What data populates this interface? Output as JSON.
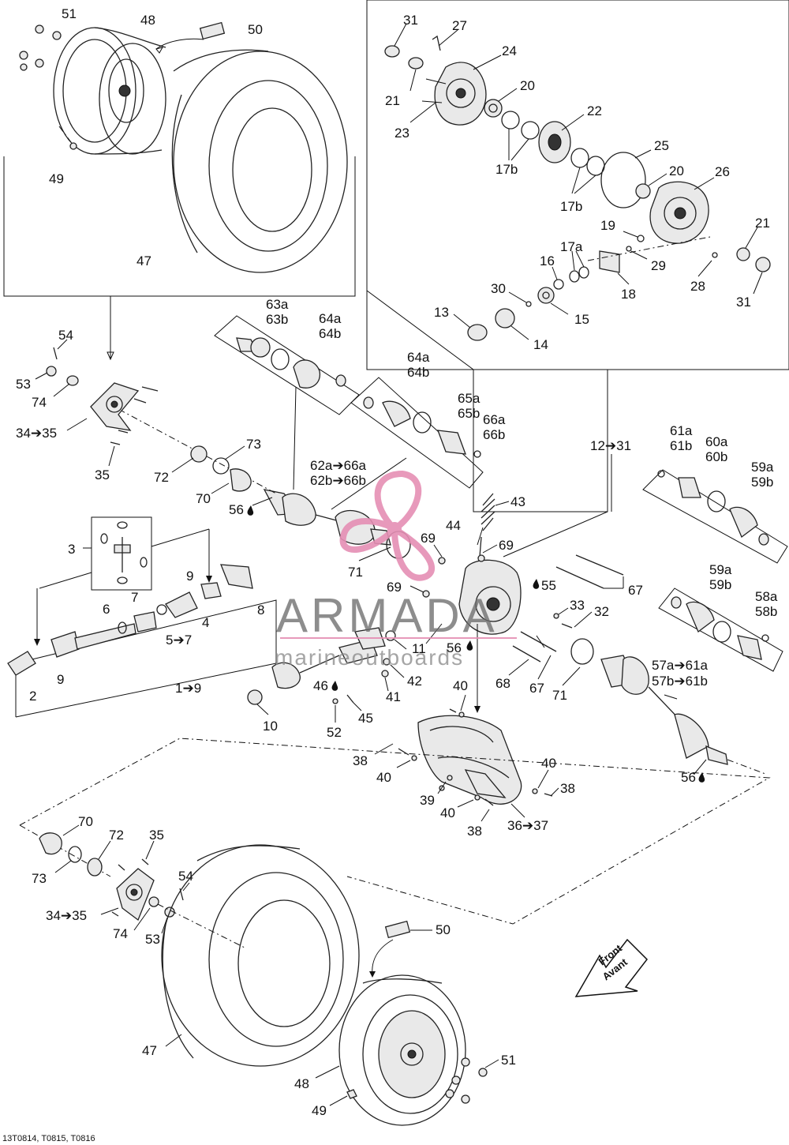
{
  "callouts": {
    "c51a": "51",
    "c48a": "48",
    "c50a": "50",
    "c49a": "49",
    "c47a": "47",
    "c31a": "31",
    "c27": "27",
    "c24": "24",
    "c21a": "21",
    "c20a": "20",
    "c23": "23",
    "c22": "22",
    "c17b_a": "17b",
    "c25": "25",
    "c20b": "20",
    "c17b_b": "17b",
    "c26": "26",
    "c19": "19",
    "c21b": "21",
    "c29": "29",
    "c17a": "17a",
    "c16": "16",
    "c28": "28",
    "c18": "18",
    "c31b": "31",
    "c30": "30",
    "c15": "15",
    "c13": "13",
    "c14": "14",
    "c63a": "63a",
    "c63b": "63b",
    "c64a_1": "64a",
    "c64b_1": "64b",
    "c54a": "54",
    "c53a": "53",
    "c74a": "74",
    "c34_35a": "34➔35",
    "c35a": "35",
    "c72a": "72",
    "c73a": "73",
    "c70a": "70",
    "c56a": "56",
    "c64a_2": "64a",
    "c64b_2": "64b",
    "c65a": "65a",
    "c65b": "65b",
    "c66a": "66a",
    "c66b": "66b",
    "c62a": "62a➔66a",
    "c62b": "62b➔66b",
    "c12_31": "12➔31",
    "c61a": "61a",
    "c61b": "61b",
    "c60a": "60a",
    "c60b": "60b",
    "c59a_1": "59a",
    "c59b_1": "59b",
    "c43": "43",
    "c44": "44",
    "c69a": "69",
    "c69b": "69",
    "c69c": "69",
    "c71a": "71",
    "c55": "55",
    "c67a": "67",
    "c33": "33",
    "c32": "32",
    "c59a_2": "59a",
    "c59b_2": "59b",
    "c58a": "58a",
    "c58b": "58b",
    "c3": "3",
    "c9a": "9",
    "c7": "7",
    "c6": "6",
    "c4": "4",
    "c8": "8",
    "c5_7": "5➔7",
    "c9b": "9",
    "c2": "2",
    "c1_9": "1➔9",
    "c11": "11",
    "c56b": "56",
    "c42": "42",
    "c41": "41",
    "c46": "46",
    "c45": "45",
    "c10": "10",
    "c52": "52",
    "c40a": "40",
    "c68": "68",
    "c67b": "67",
    "c71b": "71",
    "c57a": "57a➔61a",
    "c57b": "57b➔61b",
    "c56c": "56",
    "c38a": "38",
    "c40b": "40",
    "c39": "39",
    "c40c": "40",
    "c38b": "38",
    "c40d": "40",
    "c38c": "38",
    "c36_37": "36➔37",
    "c70b": "70",
    "c72b": "72",
    "c35b": "35",
    "c73b": "73",
    "c54b": "54",
    "c34_35b": "34➔35",
    "c74b": "74",
    "c53b": "53",
    "c50b": "50",
    "c47b": "47",
    "c48b": "48",
    "c51b": "51",
    "c49b": "49"
  },
  "front_label": "Front",
  "avant_label": "Avant",
  "watermark": {
    "main": "ARMADA",
    "sub": "marineoutboards"
  },
  "image_ref": "13T0814, T0815, T0816",
  "colors": {
    "line": "#222222",
    "watermark_pink": "#e58fb4",
    "watermark_gray": "#6b6b6b"
  },
  "icons": [
    "oil-drop-icon",
    "front-arrow-icon",
    "propeller-logo-icon"
  ]
}
